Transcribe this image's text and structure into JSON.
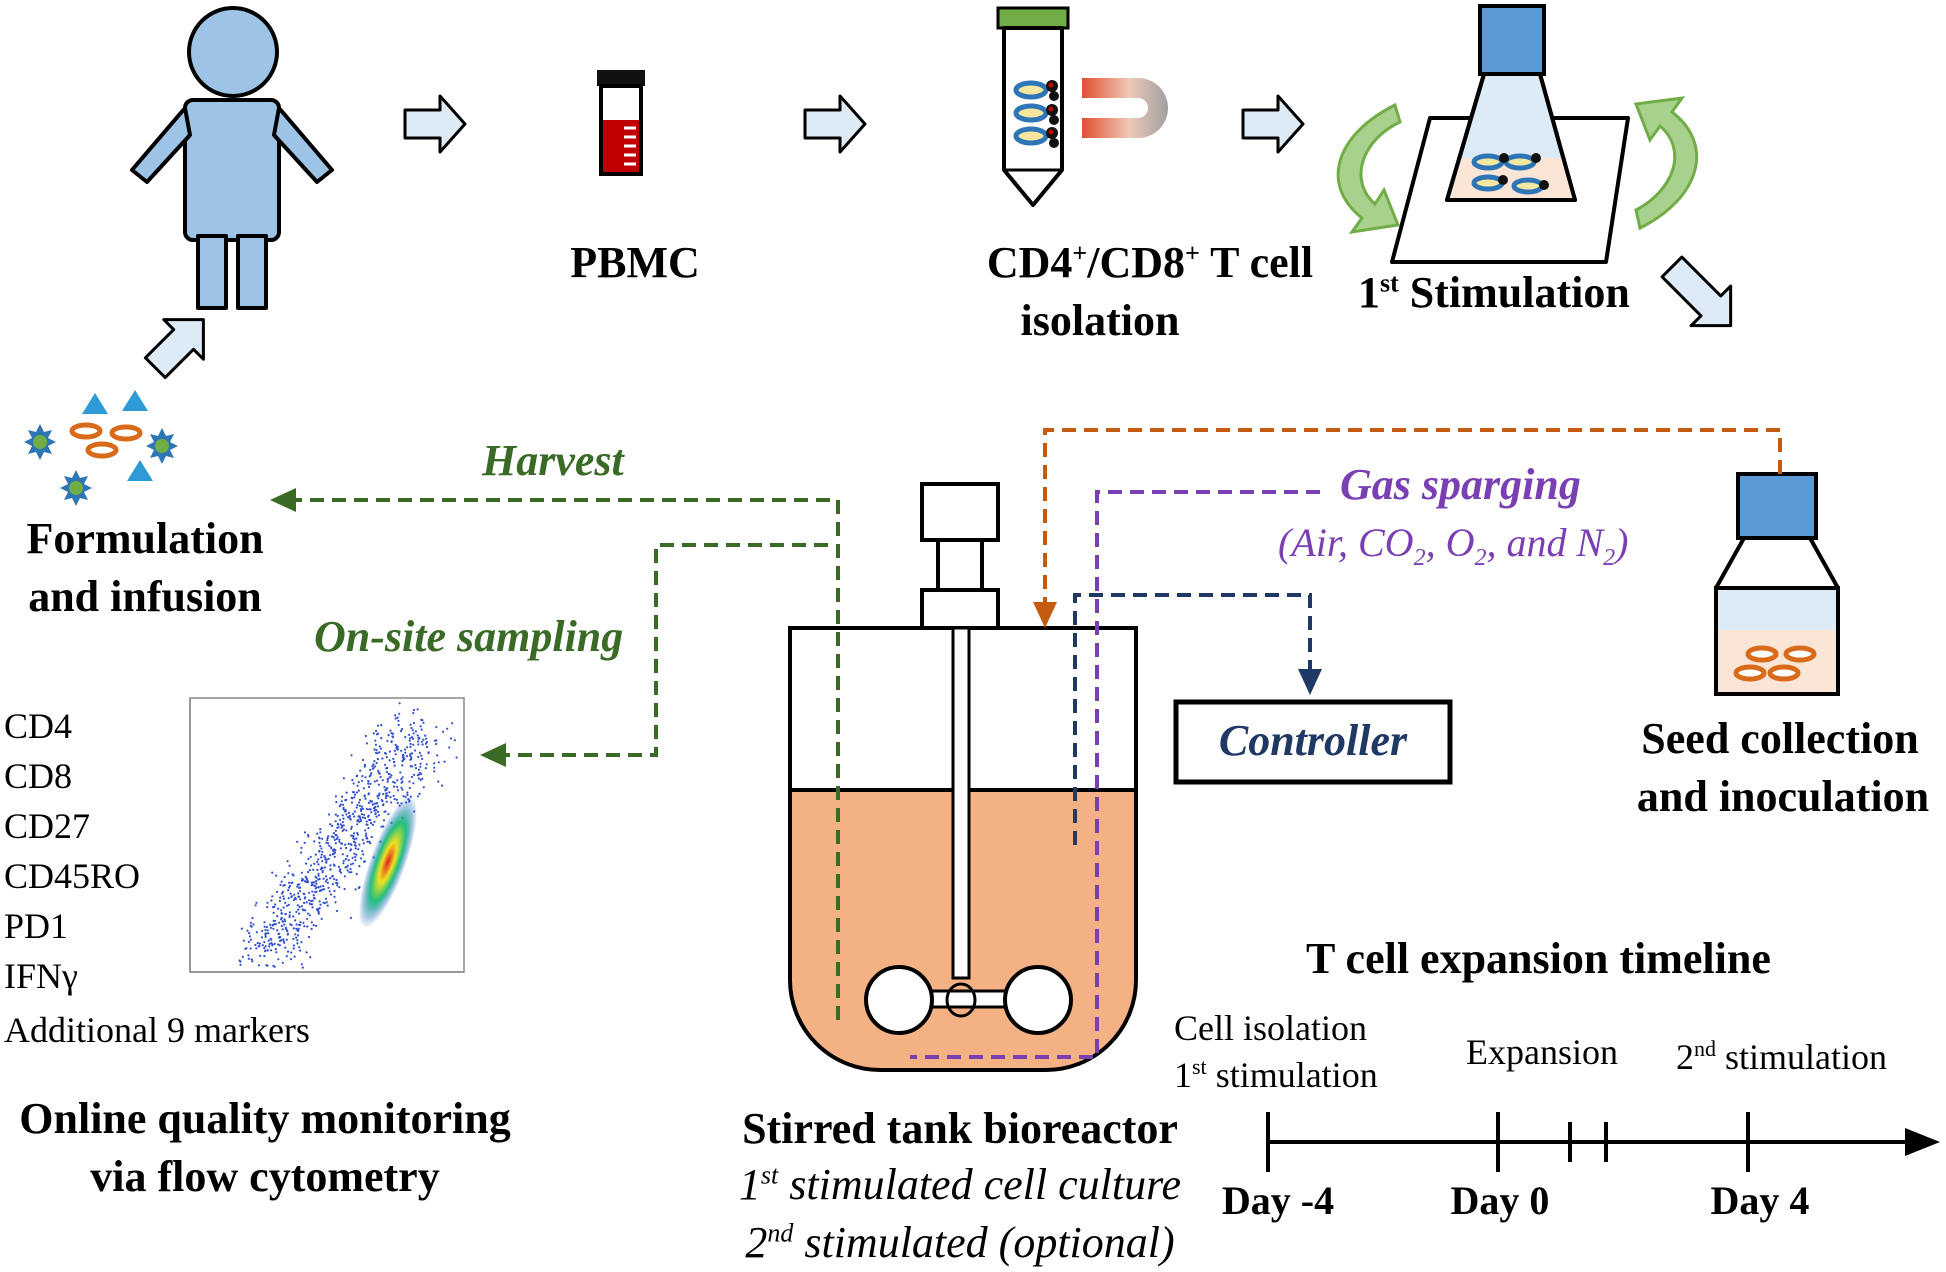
{
  "steps": {
    "pbmc": "PBMC",
    "isolation_line1_pre": "CD4",
    "isolation_line1_sup1": "+",
    "isolation_line1_mid": "/CD8",
    "isolation_line1_sup2": "+",
    "isolation_line1_post": " T cell",
    "isolation_line2": "isolation",
    "stimulation_pre": "1",
    "stimulation_sup": "st",
    "stimulation_post": " Stimulation",
    "seed_line1": "Seed collection",
    "seed_line2": "and inoculation",
    "formulation_line1": "Formulation",
    "formulation_line2": "and infusion"
  },
  "flows": {
    "harvest": "Harvest",
    "sampling": "On-site sampling",
    "gas_title": "Gas sparging",
    "gas_sub_pre": "(Air, CO",
    "gas_sub_2a": "2",
    "gas_sub_mid1": ", O",
    "gas_sub_2b": "2",
    "gas_sub_mid2": ", and N",
    "gas_sub_2c": "2",
    "gas_sub_post": ")",
    "controller": "Controller"
  },
  "bioreactor": {
    "title": "Stirred tank bioreactor",
    "line2_pre": "1",
    "line2_sup": "st",
    "line2_post": " stimulated cell culture",
    "line3_pre": "2",
    "line3_sup": "nd",
    "line3_post": " stimulated (optional)"
  },
  "markers": [
    "CD4",
    "CD8",
    "CD27",
    "CD45RO",
    "PD1",
    "IFNγ",
    "Additional  9 markers"
  ],
  "monitoring": {
    "line1": "Online quality monitoring",
    "line2": "via flow cytometry"
  },
  "timeline": {
    "title": "T cell expansion timeline",
    "phase1_line1": "Cell isolation",
    "phase1_line2_pre": "1",
    "phase1_line2_sup": "st",
    "phase1_line2_post": " stimulation",
    "phase2": "Expansion",
    "phase3_pre": "2",
    "phase3_sup": "nd",
    "phase3_post": " stimulation",
    "days": [
      "Day -4",
      "Day 0",
      "Day 4"
    ]
  },
  "colors": {
    "person": "#9dc3e6",
    "outline": "#000000",
    "media": "#f4b183",
    "cap": "#5b9bd5",
    "green_flow": "#3a6b26",
    "orange_flow": "#c55a11",
    "purple_flow": "#7b3fb4",
    "navy_flow": "#1f3864",
    "arrow_fill": "#ddebf7",
    "cell_orange": "#d86a1a",
    "cell_blue": "#2e75b6"
  }
}
